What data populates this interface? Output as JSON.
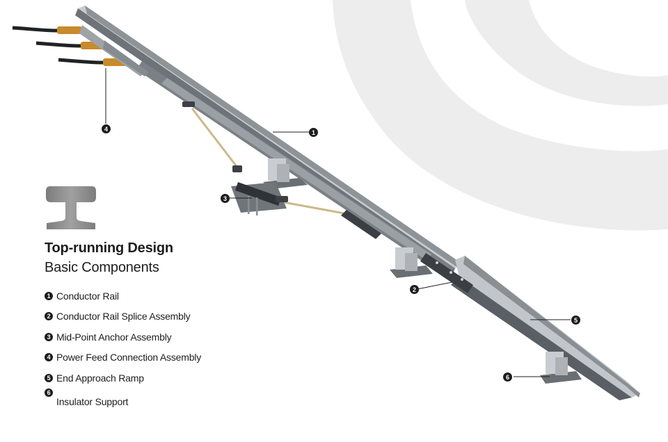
{
  "heading": {
    "title": "Top-running Design",
    "subtitle": "Basic Components"
  },
  "components": [
    {
      "num": "1",
      "label": "Conductor Rail"
    },
    {
      "num": "2",
      "label": "Conductor Rail Splice Assembly"
    },
    {
      "num": "3",
      "label": "Mid-Point Anchor Assembly"
    },
    {
      "num": "4",
      "label": "Power Feed Connection Assembly"
    },
    {
      "num": "5",
      "label": "End Approach Ramp"
    },
    {
      "num": "6",
      "label": "Insulator Support"
    }
  ],
  "callouts": [
    "1",
    "2",
    "3",
    "4",
    "5",
    "6"
  ],
  "colors": {
    "rail": "#a9adb1",
    "rail_dark": "#5b6066",
    "profile": "#8e8e8e",
    "brass": "#c88a2a",
    "swirl": "#ececec",
    "text": "#1d1d1d"
  }
}
